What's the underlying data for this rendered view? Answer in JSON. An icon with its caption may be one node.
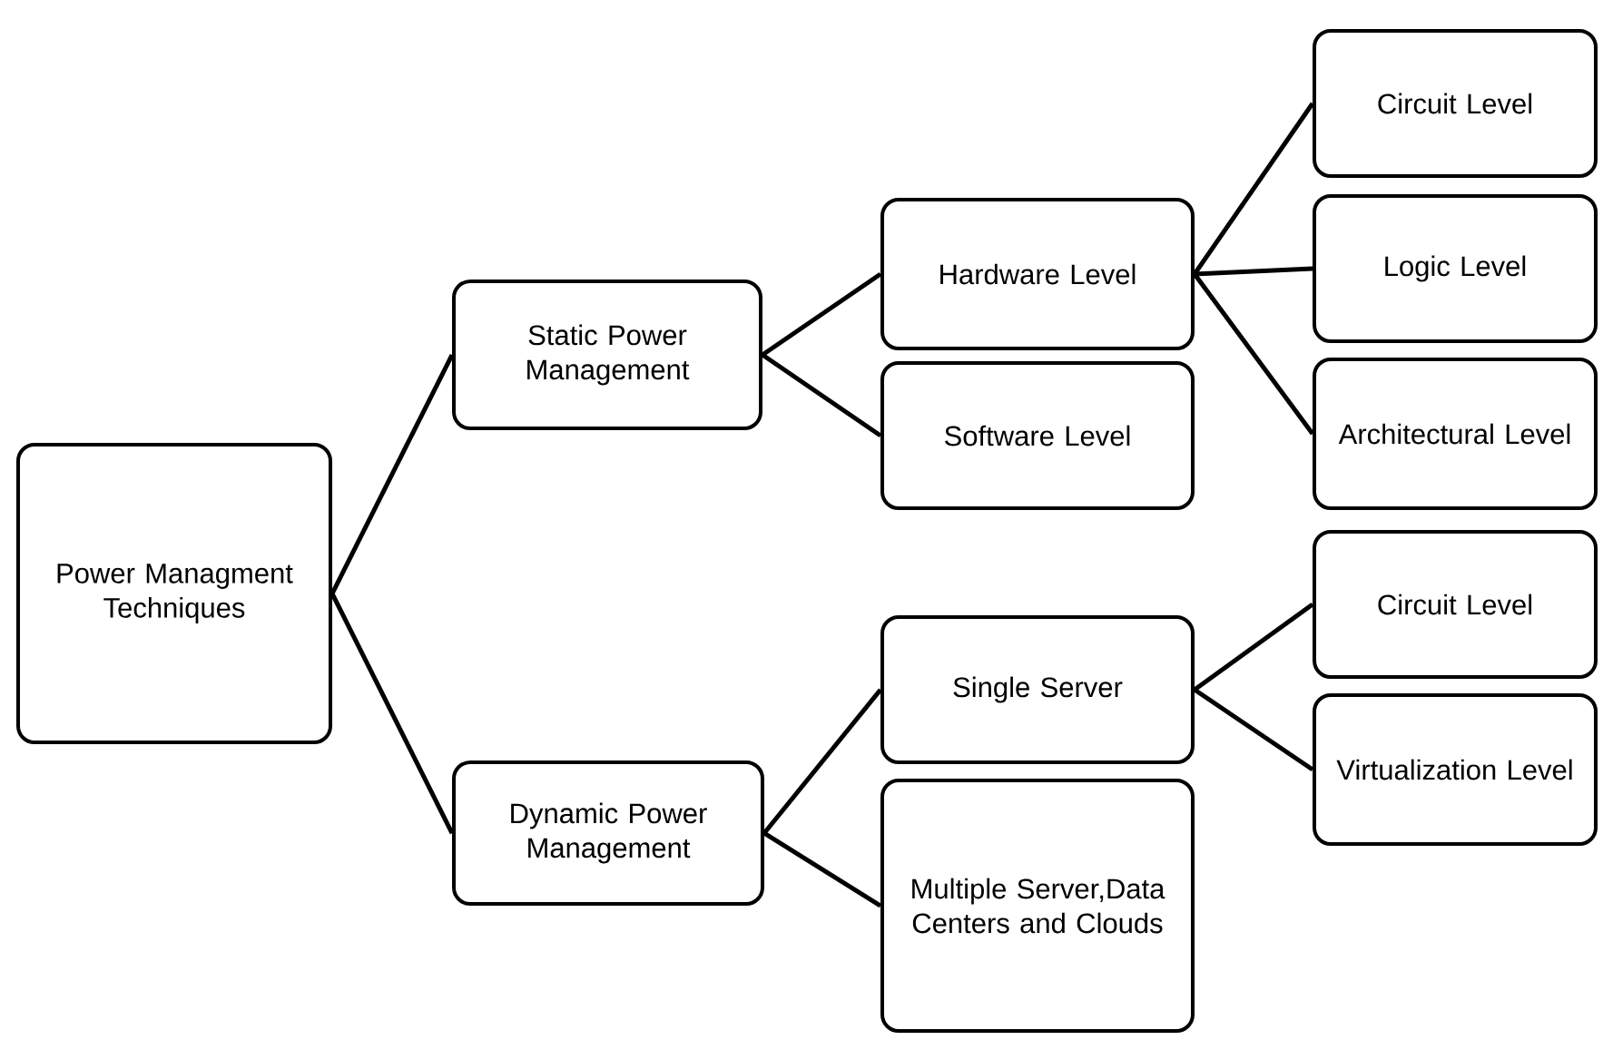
{
  "diagram": {
    "nodes": [
      {
        "text": [
          "Power Managment Techniques"
        ]
      },
      {
        "text": [
          "Static Power Management"
        ]
      },
      {
        "text": [
          "Dynamic Power Management"
        ]
      },
      {
        "text": [
          "Hardware Level"
        ]
      },
      {
        "text": [
          "Software Level"
        ]
      },
      {
        "text": [
          "Single Server"
        ]
      },
      {
        "text": [
          "Multiple Server,Data Centers and Clouds"
        ]
      },
      {
        "text": [
          "Circuit Level"
        ]
      },
      {
        "text": [
          "Logic Level"
        ]
      },
      {
        "text": [
          "Architectural Level"
        ]
      },
      {
        "text": [
          "Circuit Level"
        ]
      },
      {
        "text": [
          "Virtualization Level"
        ]
      }
    ],
    "edges": [
      {
        "from": 0,
        "to": 1,
        "arrow": "none"
      },
      {
        "from": 0,
        "to": 2,
        "arrow": "none"
      },
      {
        "from": 1,
        "to": 3,
        "arrow": "none"
      },
      {
        "from": 1,
        "to": 4,
        "arrow": "none"
      },
      {
        "from": 2,
        "to": 5,
        "arrow": "none"
      },
      {
        "from": 2,
        "to": 6,
        "arrow": "none"
      },
      {
        "from": 3,
        "to": 7,
        "arrow": "none"
      },
      {
        "from": 3,
        "to": 8,
        "arrow": "none"
      },
      {
        "from": 3,
        "to": 9,
        "arrow": "none"
      },
      {
        "from": 5,
        "to": 10,
        "arrow": "none"
      },
      {
        "from": 5,
        "to": 11,
        "arrow": "none"
      }
    ]
  }
}
